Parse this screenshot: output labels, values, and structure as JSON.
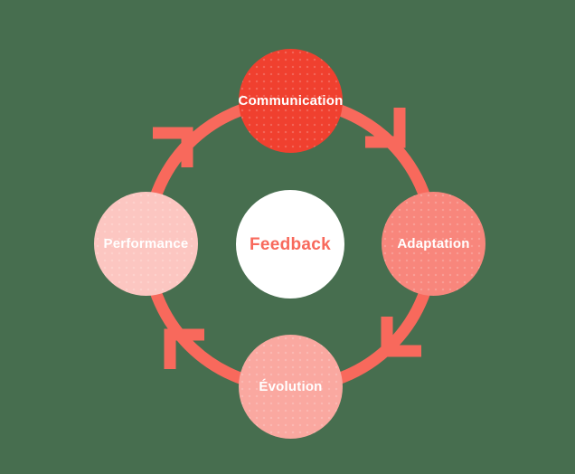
{
  "diagram": {
    "type": "cycle",
    "direction": "clockwise",
    "background_color": "#476E4F",
    "ring_color": "#F8695C",
    "center_node": {
      "id": "feedback",
      "label": "Feedback",
      "fill": "#FFFFFF",
      "text_color": "#F8695C"
    },
    "nodes": [
      {
        "id": "communication",
        "label": "Communication",
        "position": "top",
        "fill": "#F0402F",
        "text_color": "#FFFFFF"
      },
      {
        "id": "adaptation",
        "label": "Adaptation",
        "position": "right",
        "fill": "#F8867C",
        "text_color": "#FFFFFF"
      },
      {
        "id": "evolution",
        "label": "Évolution",
        "position": "bottom",
        "fill": "#FAA8A0",
        "text_color": "#FFFFFF"
      },
      {
        "id": "performance",
        "label": "Performance",
        "position": "left",
        "fill": "#FCC6C1",
        "text_color": "#FFFFFF"
      }
    ],
    "flow_sequence": [
      "Communication",
      "Adaptation",
      "Évolution",
      "Performance"
    ]
  }
}
